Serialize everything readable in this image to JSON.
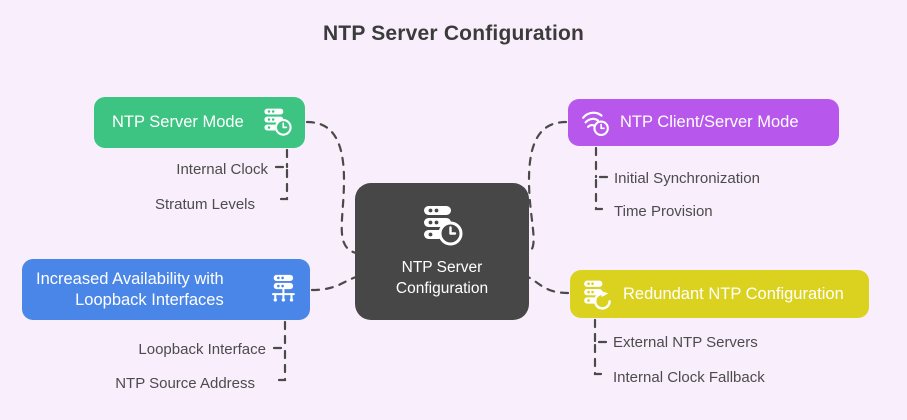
{
  "page": {
    "title": "NTP Server Configuration",
    "background_color": "#f9eefb",
    "title_color": "#3b3b3b"
  },
  "center": {
    "label": "NTP Server\nConfiguration",
    "icon": "server-clock-icon",
    "color": "#474747"
  },
  "branches": [
    {
      "id": "server-mode",
      "label": "NTP Server Mode",
      "icon": "server-clock-icon",
      "color": "#3dc483",
      "position": "top-left",
      "children": [
        {
          "label": "Internal Clock"
        },
        {
          "label": "Stratum Levels"
        }
      ]
    },
    {
      "id": "client-server",
      "label": "NTP Client/Server Mode",
      "icon": "wifi-clock-icon",
      "color": "#b857ec",
      "position": "top-right",
      "children": [
        {
          "label": "Initial Synchronization"
        },
        {
          "label": "Time Provision"
        }
      ]
    },
    {
      "id": "loopback",
      "label": "Increased Availability with\nLoopback Interfaces",
      "icon": "server-network-icon",
      "color": "#4a86e8",
      "position": "bottom-left",
      "children": [
        {
          "label": "Loopback Interface"
        },
        {
          "label": "NTP Source Address"
        }
      ]
    },
    {
      "id": "redundant",
      "label": "Redundant NTP Configuration",
      "icon": "server-refresh-icon",
      "color": "#dbd220",
      "position": "bottom-right",
      "children": [
        {
          "label": "External NTP Servers"
        },
        {
          "label": "Internal Clock Fallback"
        }
      ]
    }
  ],
  "connectors": {
    "style": "dashed",
    "color": "#4a4a4a"
  }
}
